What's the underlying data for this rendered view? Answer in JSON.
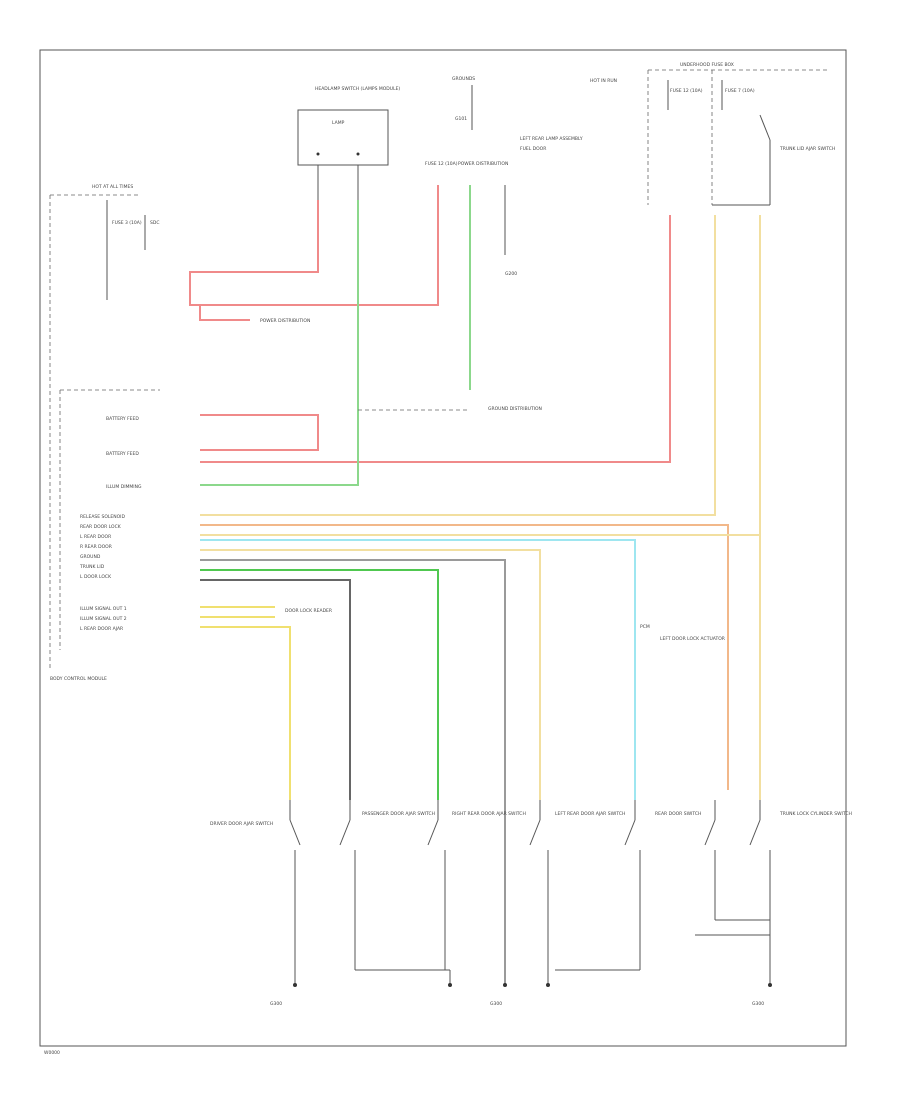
{
  "diagram": {
    "labels": {
      "hot_at_all_times_top_left": "HOT AT ALL TIMES",
      "fuse_left": "FUSE 3 (10A)",
      "sdc_ref": "SDC",
      "headlamp_switch": "HEADLAMP SWITCH (LAMPS MODULE)",
      "lamp": "LAMP",
      "grounds": "GROUNDS",
      "underhood_fuse_box": "UNDERHOOD FUSE BOX",
      "hot_in_run_start": "HOT IN RUN",
      "fuse_right_1": "FUSE 12 (10A)",
      "fuse_right_2": "FUSE 7 (10A)",
      "trunk_lid_ajar_switch": "TRUNK LID AJAR SWITCH",
      "power_distribution": "POWER DISTRIBUTION",
      "left_rear_lamp": "LEFT REAR LAMP ASSEMBLY",
      "fuel_door": "FUEL DOOR",
      "wiper_pos_in": "BATTERY FEED",
      "battery_feed": "BATTERY FEED",
      "illum_dimming": "ILLUM DIMMING",
      "release_solenoid": "RELEASE SOLENOID",
      "rear_door_lock": "REAR DOOR LOCK",
      "l_rear_door": "L REAR DOOR",
      "r_rear_door": "R REAR DOOR",
      "ground": "GROUND",
      "trunk_lid": "TRUNK LID",
      "l_door_lock": "L DOOR LOCK",
      "illum_signal_out_1": "ILLUM SIGNAL OUT 1",
      "illum_signal_out_2": "ILLUM SIGNAL OUT 2",
      "l_rear_door_ajar": "L REAR DOOR AJAR",
      "door_lock_reader": "DOOR LOCK READER",
      "body_control_module": "BODY CONTROL MODULE",
      "pcm_ref": "PCM",
      "ground_ref": "GROUND DISTRIBUTION",
      "left_door_lock": "LEFT DOOR LOCK ACTUATOR",
      "driver_door_switch": "DRIVER DOOR AJAR SWITCH",
      "passenger_door_switch": "PASSENGER DOOR AJAR SWITCH",
      "right_rear_door_switch": "RIGHT REAR DOOR AJAR SWITCH",
      "left_rear_door_switch": "LEFT REAR DOOR AJAR SWITCH",
      "rear_door_switch": "REAR DOOR SWITCH",
      "trunk_lock_cylinder": "TRUNK LOCK CYLINDER SWITCH",
      "g101": "G101",
      "g200": "G200",
      "g300": "G300",
      "footer": "W0000"
    },
    "wire_colors": {
      "red": "#f08a8a",
      "green": "#8cd88c",
      "tan": "#f2dfa0",
      "orange": "#f2b88a",
      "cyan": "#9ee6f0",
      "yellow": "#f0e070",
      "gray": "#9a9a9a",
      "dark_green": "#50c850",
      "black": "#666666"
    }
  }
}
